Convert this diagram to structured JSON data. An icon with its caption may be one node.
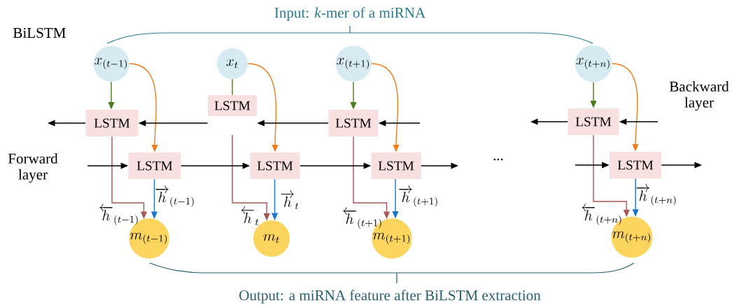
{
  "diagram": {
    "title": "BiLSTM",
    "nodes": [
      {
        "text": [
          "x_{(t-1)}"
        ]
      },
      {
        "text": [
          "LSTM"
        ]
      },
      {
        "text": [
          "LSTM"
        ]
      },
      {
        "text": [
          "m_{(t-1)}"
        ]
      },
      {
        "text": [
          "x_{t}"
        ]
      },
      {
        "text": [
          "LSTM"
        ]
      },
      {
        "text": [
          "LSTM"
        ]
      },
      {
        "text": [
          "m_{t}"
        ]
      },
      {
        "text": [
          "x_{(t+1)}"
        ]
      },
      {
        "text": [
          "LSTM"
        ]
      },
      {
        "text": [
          "LSTM"
        ]
      },
      {
        "text": [
          "m_{(t+1)}"
        ]
      },
      {
        "text": [
          "x_{(t+n)}"
        ]
      },
      {
        "text": [
          "LSTM"
        ]
      },
      {
        "text": [
          "LSTM"
        ]
      },
      {
        "text": [
          "m_{(t+n)}"
        ]
      }
    ],
    "edges": [
      {
        "from": 0,
        "to": 1,
        "arrow": "to",
        "color": "#4a7c1c"
      },
      {
        "from": 0,
        "to": 2,
        "arrow": "to",
        "color": "#ee7d1d"
      },
      {
        "from": 1,
        "to": 3,
        "arrow": "to",
        "color": "#a85454",
        "label": "\\overleftarrow{h}_{(t-1)}"
      },
      {
        "from": 2,
        "to": 3,
        "arrow": "to",
        "color": "#1b75c9",
        "label": "\\overrightarrow{h}_{(t-1)}"
      },
      {
        "from": 4,
        "to": 5,
        "arrow": "none",
        "color": "#4a7c1c"
      },
      {
        "from": 4,
        "to": 6,
        "arrow": "to",
        "color": "#ee7d1d"
      },
      {
        "from": null,
        "to": 7,
        "arrow": "to",
        "color": "#a85454",
        "label": "\\overleftarrow{h}_{t}"
      },
      {
        "from": 6,
        "to": 7,
        "arrow": "to",
        "color": "#1b75c9",
        "label": "\\overrightarrow{h}_{t}"
      },
      {
        "from": 8,
        "to": 9,
        "arrow": "to",
        "color": "#4a7c1c"
      },
      {
        "from": 8,
        "to": 10,
        "arrow": "to",
        "color": "#ee7d1d"
      },
      {
        "from": 9,
        "to": 11,
        "arrow": "to",
        "color": "#a85454",
        "label": "\\overleftarrow{h}_{(t+1)}"
      },
      {
        "from": 10,
        "to": 11,
        "arrow": "to",
        "color": "#1b75c9",
        "label": "\\overrightarrow{h}_{(t+1)}"
      },
      {
        "from": 12,
        "to": 13,
        "arrow": "to",
        "color": "#4a7c1c"
      },
      {
        "from": 12,
        "to": 14,
        "arrow": "to",
        "color": "#ee7d1d"
      },
      {
        "from": 13,
        "to": 15,
        "arrow": "to",
        "color": "#a85454",
        "label": "\\overleftarrow{h}_{(t+n)}"
      },
      {
        "from": 14,
        "to": 15,
        "arrow": "to",
        "color": "#1b75c9",
        "label": "\\overrightarrow{h}_{(t+n)}"
      },
      {
        "from": 1,
        "to": null,
        "arrow": "to"
      },
      {
        "from": 5,
        "to": 1,
        "arrow": "to"
      },
      {
        "from": 9,
        "to": 5,
        "arrow": "to"
      },
      {
        "from": null,
        "to": 9,
        "arrow": "to"
      },
      {
        "from": 13,
        "to": null,
        "arrow": "to"
      },
      {
        "from": null,
        "to": 13,
        "arrow": "to"
      },
      {
        "from": null,
        "to": 2,
        "arrow": "to"
      },
      {
        "from": 2,
        "to": 6,
        "arrow": "to"
      },
      {
        "from": 6,
        "to": 10,
        "arrow": "to"
      },
      {
        "from": 10,
        "to": null,
        "arrow": "to"
      },
      {
        "from": null,
        "to": 14,
        "arrow": "to"
      },
      {
        "from": 14,
        "to": null,
        "arrow": "to"
      }
    ],
    "labels": [
      "Input: *k*-mer of a miRNA",
      "Forward layer",
      "Backward layer",
      "...",
      "Output: a miRNA feature after BiLSTM extraction"
    ]
  }
}
